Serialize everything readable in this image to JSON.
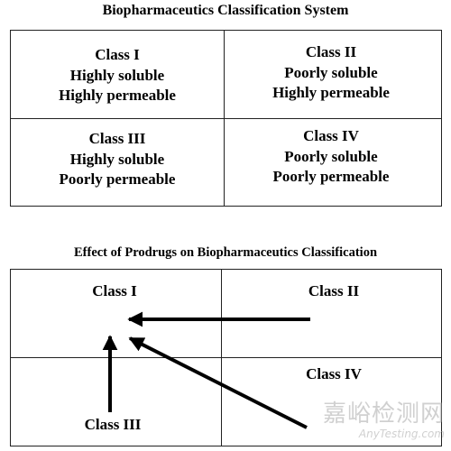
{
  "bcs": {
    "title": "Biopharmaceutics Classification System",
    "cells": [
      {
        "name": "Class I",
        "solubility": "Highly soluble",
        "permeability": "Highly permeable"
      },
      {
        "name": "Class II",
        "solubility": "Poorly soluble",
        "permeability": "Highly permeable"
      },
      {
        "name": "Class III",
        "solubility": "Highly soluble",
        "permeability": "Poorly permeable"
      },
      {
        "name": "Class IV",
        "solubility": "Poorly soluble",
        "permeability": "Poorly permeable"
      }
    ]
  },
  "prodrugs": {
    "title": "Effect of Prodrugs on Biopharmaceutics Classification",
    "labels": {
      "class1": "Class I",
      "class2": "Class II",
      "class3": "Class III",
      "class4": "Class IV"
    },
    "arrows": [
      {
        "from": "Class II",
        "to": "Class I"
      },
      {
        "from": "Class III",
        "to": "Class I"
      },
      {
        "from": "Class IV",
        "to": "Class I"
      }
    ]
  },
  "watermark": {
    "chinese": "嘉峪检测网",
    "english": "AnyTesting.com",
    "color": "#aaaaaa"
  }
}
